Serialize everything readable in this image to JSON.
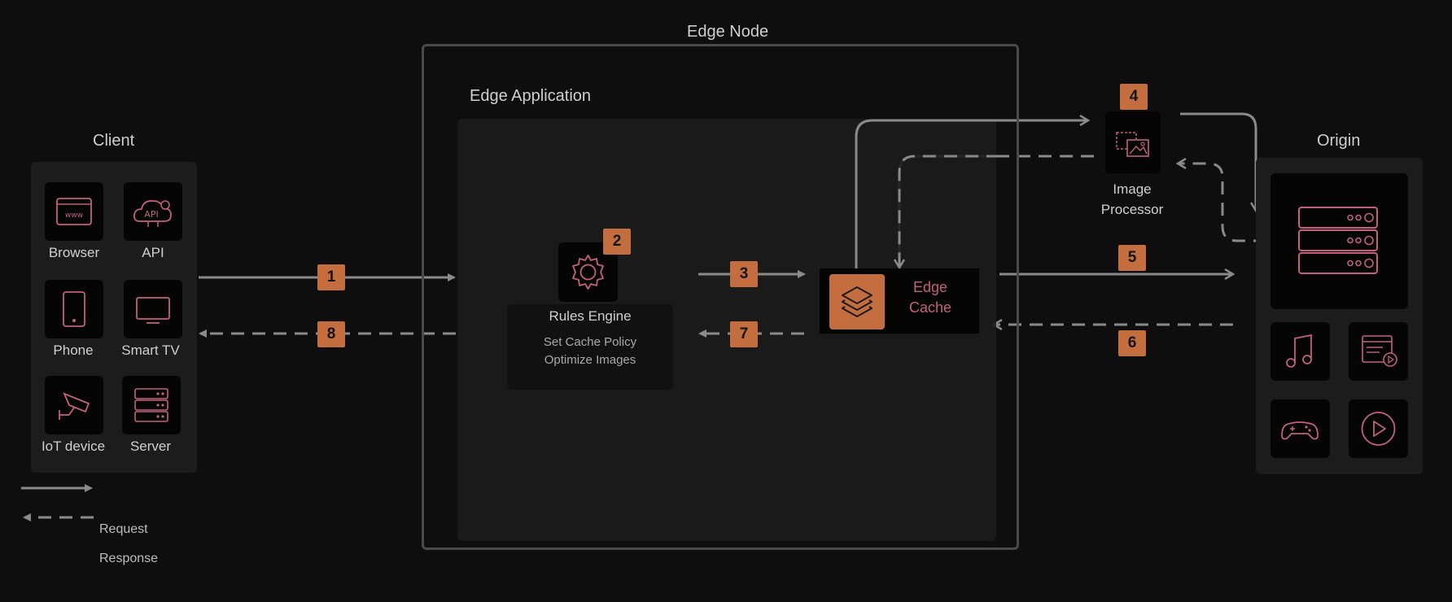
{
  "node": {
    "title": "Edge Node"
  },
  "app": {
    "title": "Edge Application"
  },
  "client": {
    "title": "Client",
    "items": [
      "Browser",
      "API",
      "Phone",
      "Smart TV",
      "IoT device",
      "Server"
    ]
  },
  "rules": {
    "title": "Rules Engine",
    "lines": [
      "Set Cache Policy",
      "Optimize Images"
    ]
  },
  "cache": {
    "title_line1": "Edge",
    "title_line2": "Cache"
  },
  "image_processor": {
    "line1": "Image",
    "line2": "Processor"
  },
  "origin": {
    "title": "Origin"
  },
  "steps": [
    "1",
    "2",
    "3",
    "4",
    "5",
    "6",
    "7",
    "8"
  ],
  "legend": {
    "request": "Request",
    "response": "Response"
  },
  "colors": {
    "accent": "#c46d3f",
    "icon_pink": "#c2607e",
    "line": "#8a8a8a"
  }
}
